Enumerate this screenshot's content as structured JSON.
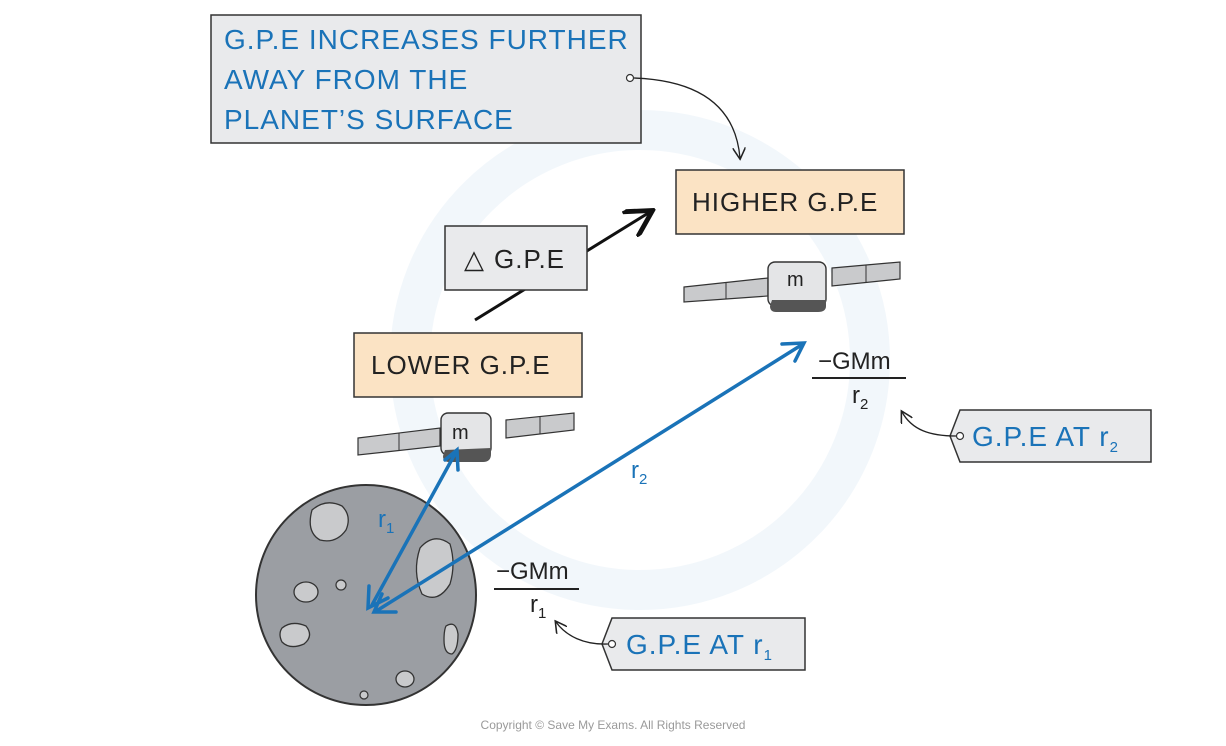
{
  "note_box": {
    "lines": [
      "G.P.E  INCREASES  FURTHER",
      "AWAY  FROM  THE",
      "PLANET’S  SURFACE"
    ]
  },
  "higher_label": "HIGHER  G.P.E",
  "lower_label": "LOWER  G.P.E",
  "delta_label": "G.P.E",
  "delta_symbol": "△",
  "satellite_mass": "m",
  "radius_r1": {
    "letter": "r",
    "sub": "1"
  },
  "radius_r2": {
    "letter": "r",
    "sub": "2"
  },
  "formula_r2": {
    "numerator": "−GMm",
    "denominator_letter": "r",
    "denominator_sub": "2"
  },
  "formula_r1": {
    "numerator": "−GMm",
    "denominator_letter": "r",
    "denominator_sub": "1"
  },
  "tag_r2": {
    "text": "G.P.E  AT  ",
    "letter": "r",
    "sub": "2"
  },
  "tag_r1": {
    "text": "G.P.E  AT  ",
    "letter": "r",
    "sub": "1"
  },
  "copyright": "Copyright © Save My Exams. All Rights Reserved",
  "colors": {
    "blue": "#1a73b8",
    "orange_box": "#fbe3c4",
    "grey_box": "#e9eaec",
    "planet": "#9b9ea3"
  }
}
